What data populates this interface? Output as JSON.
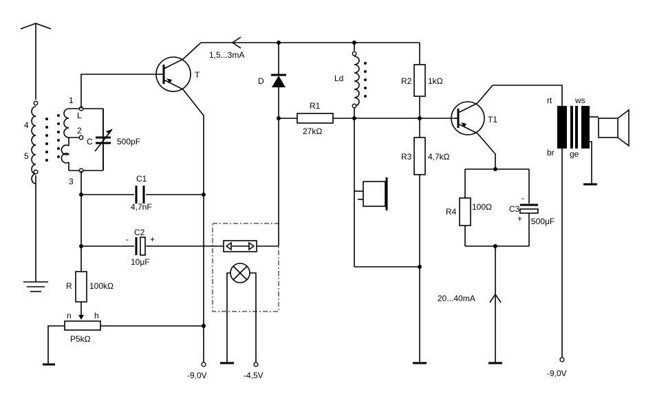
{
  "labels": {
    "t_label": "T",
    "t1_label": "T1",
    "current_t": "1,5...3mA",
    "current_out": "20...40mA",
    "d_label": "D",
    "ld_label": "Ld",
    "r1_name": "R1",
    "r1_value": "27kΩ",
    "r2_name": "R2",
    "r2_value": "1kΩ",
    "r3_name": "R3",
    "r3_value": "4,7kΩ",
    "r4_name": "R4",
    "r4_value": "100Ω",
    "c_name": "C",
    "c_value": "500pF",
    "c1_name": "C1",
    "c1_value": "4,7nF",
    "c2_name": "C2",
    "c2_value": "10μF",
    "c3_name": "C3",
    "c3_value": "500μF",
    "r_name": "R",
    "r_value": "100kΩ",
    "pot_label": "P5kΩ",
    "pot_n": "n",
    "pot_h": "h",
    "coil_l": "L",
    "tap1": "1",
    "tap2": "2",
    "tap3": "3",
    "ant4": "4",
    "ant5": "5",
    "supply1": "-9,0V",
    "supply2": "-4,5V",
    "supply3": "-9,0V",
    "tr_rt": "rt",
    "tr_br": "br",
    "tr_ws": "ws",
    "tr_ge": "ge",
    "plus": "+",
    "minus": "-"
  }
}
